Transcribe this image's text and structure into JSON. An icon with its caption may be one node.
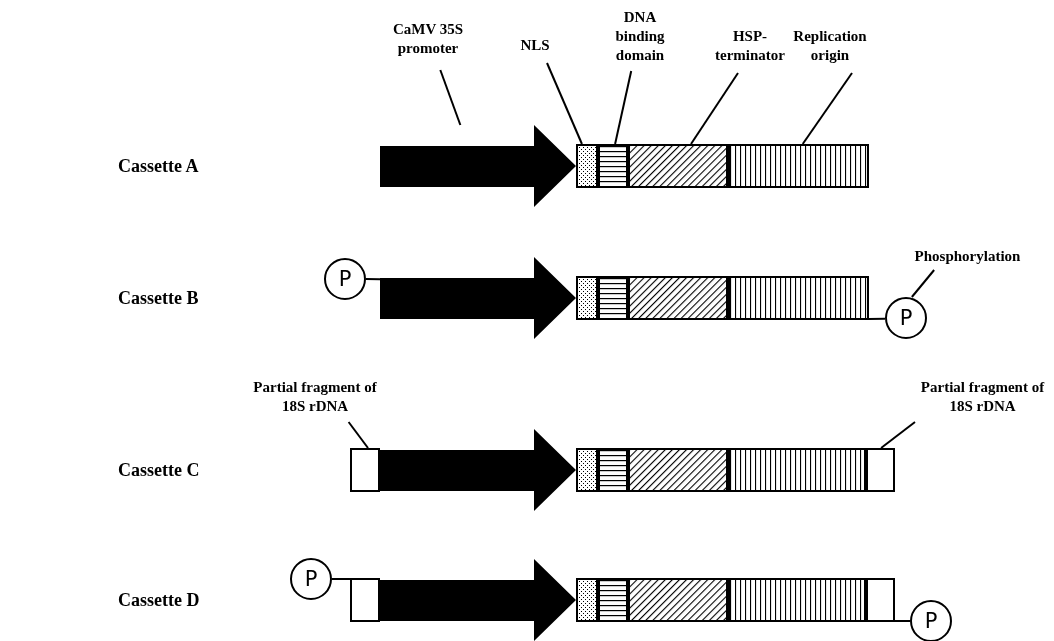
{
  "diagram": {
    "nodes": [
      {
        "text": [
          "CaMV 35S promoter"
        ]
      },
      {
        "text": [
          "NLS"
        ]
      },
      {
        "text": [
          "DNA binding domain"
        ]
      },
      {
        "text": [
          "HSP-terminator"
        ]
      },
      {
        "text": [
          "Replication origin"
        ]
      },
      {
        "text": [],
        "shape": "arrow"
      },
      {
        "text": [],
        "shape": "box"
      },
      {
        "text": [],
        "shape": "box"
      },
      {
        "text": [],
        "shape": "box"
      },
      {
        "text": [],
        "shape": "box"
      },
      {
        "text": [
          "Phosphorylation"
        ]
      },
      {
        "text": [
          "P"
        ]
      },
      {
        "text": [],
        "shape": "arrow"
      },
      {
        "text": [],
        "shape": "box"
      },
      {
        "text": [],
        "shape": "box"
      },
      {
        "text": [],
        "shape": "box"
      },
      {
        "text": [],
        "shape": "box"
      },
      {
        "text": [
          "P"
        ]
      },
      {
        "text": [
          "Partial fragment of 18S rDNA"
        ]
      },
      {
        "text": [
          "Partial fragment of 18S rDNA"
        ]
      },
      {
        "text": [],
        "shape": "box"
      },
      {
        "text": [],
        "shape": "arrow"
      },
      {
        "text": [],
        "shape": "box"
      },
      {
        "text": [],
        "shape": "box"
      },
      {
        "text": [],
        "shape": "box"
      },
      {
        "text": [],
        "shape": "box"
      },
      {
        "text": [],
        "shape": "box"
      },
      {
        "text": [
          "P"
        ]
      },
      {
        "text": [],
        "shape": "box"
      },
      {
        "text": [],
        "shape": "arrow"
      },
      {
        "text": [],
        "shape": "box"
      },
      {
        "text": [],
        "shape": "box"
      },
      {
        "text": [],
        "shape": "box"
      },
      {
        "text": [],
        "shape": "box"
      },
      {
        "text": [],
        "shape": "box"
      },
      {
        "text": [
          "P"
        ]
      }
    ],
    "edges": [
      {
        "from": 0,
        "to": 5,
        "arrow": "none"
      },
      {
        "from": 1,
        "to": 6,
        "arrow": "none"
      },
      {
        "from": 2,
        "to": 7,
        "arrow": "none"
      },
      {
        "from": 3,
        "to": 8,
        "arrow": "none"
      },
      {
        "from": 4,
        "to": 9,
        "arrow": "none"
      },
      {
        "from": 10,
        "to": 17,
        "arrow": "none"
      },
      {
        "from": 11,
        "to": 12,
        "arrow": "none"
      },
      {
        "from": 16,
        "to": 17,
        "arrow": "none"
      },
      {
        "from": 18,
        "to": 20,
        "arrow": "none"
      },
      {
        "from": 19,
        "to": 26,
        "arrow": "none"
      },
      {
        "from": 27,
        "to": 28,
        "arrow": "none"
      },
      {
        "from": 34,
        "to": 35,
        "arrow": "none"
      }
    ],
    "labels": [
      "Cassette A",
      "Cassette B",
      "Cassette C",
      "Cassette D"
    ]
  }
}
